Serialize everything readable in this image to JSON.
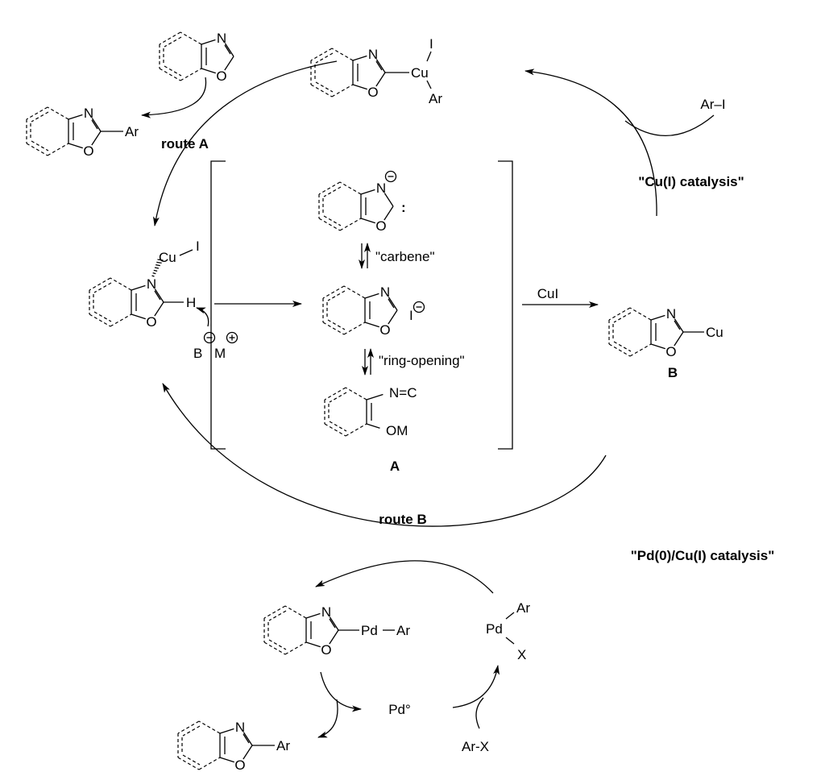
{
  "atoms": {
    "N": "N",
    "O": "O",
    "H": "H",
    "N_iso": "N=C",
    "OM": "OM"
  },
  "labels": {
    "route_a": "route A",
    "route_b": "route B",
    "cu_catalysis": "\"Cu(I) catalysis\"",
    "pd_cu_catalysis": "\"Pd(0)/Cu(I) catalysis\"",
    "carbene": "\"carbene\"",
    "ring_opening": "\"ring-opening\"",
    "cui": "CuI",
    "intermediate_a": "A",
    "intermediate_b": "B",
    "ar_i": "Ar–I",
    "ar_x": "Ar-X",
    "pd0": "Pd°",
    "base": "B",
    "metal": "M",
    "minus": "−",
    "plus": "+",
    "colon": ":",
    "iodide": "I",
    "cu": "Cu",
    "i": "I",
    "ar": "Ar",
    "pd": "Pd",
    "x": "X"
  },
  "colors": {
    "ink": "#000000",
    "background": "#ffffff"
  }
}
